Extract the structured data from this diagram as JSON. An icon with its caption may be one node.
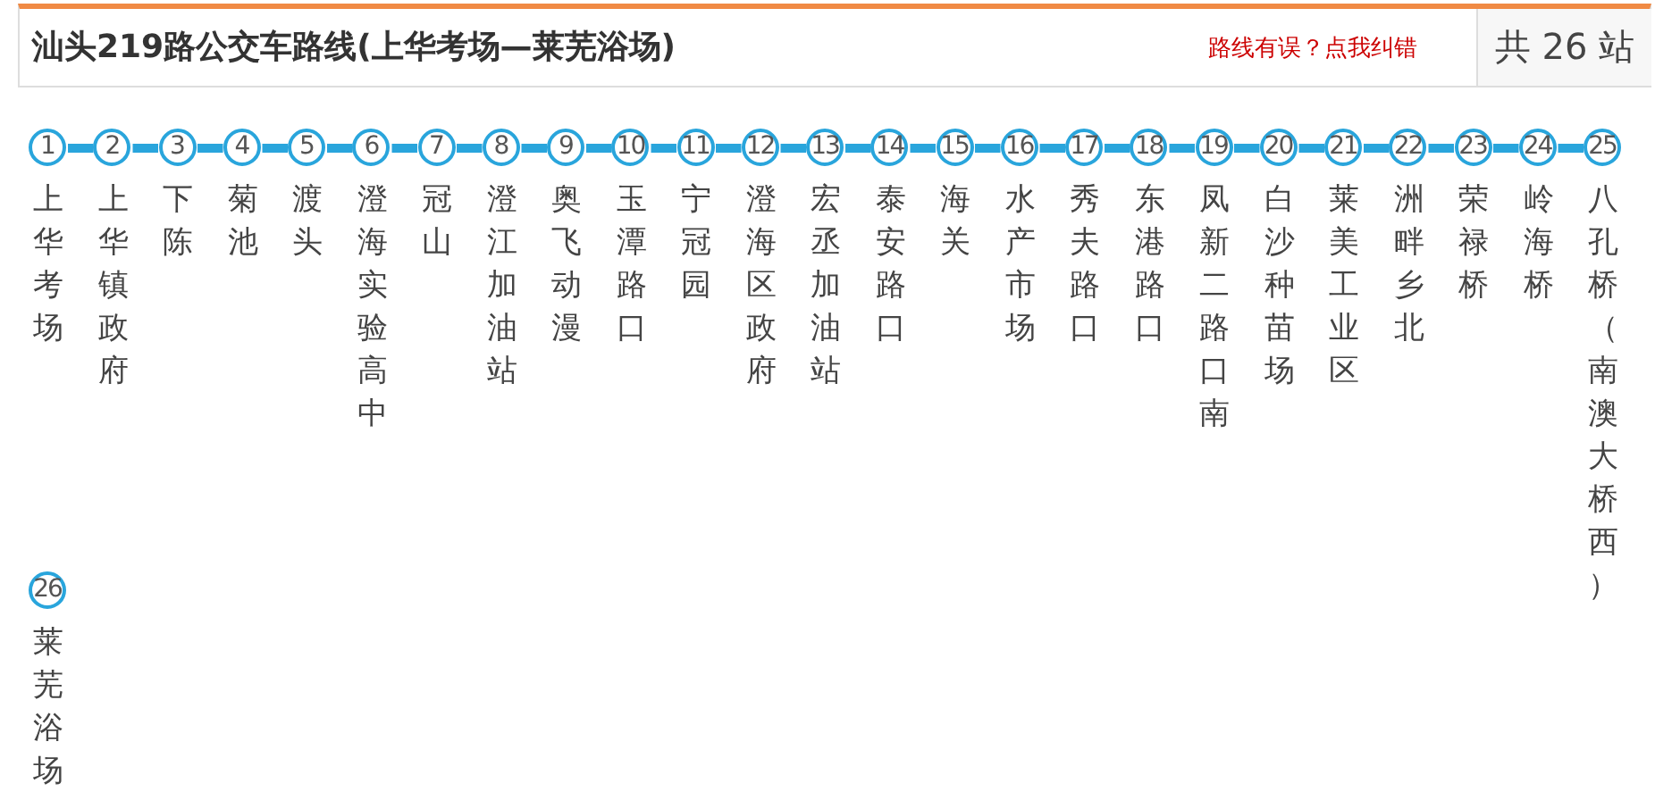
{
  "diagram": {
    "title": "汕头219路公交车路线(上华考场—莱芜浴场)",
    "nodes": [
      {
        "text": [
          "1"
        ],
        "beside": [
          "上华考场"
        ]
      },
      {
        "text": [
          "2"
        ],
        "beside": [
          "上华镇政府"
        ]
      },
      {
        "text": [
          "3"
        ],
        "beside": [
          "下陈"
        ]
      },
      {
        "text": [
          "4"
        ],
        "beside": [
          "菊池"
        ]
      },
      {
        "text": [
          "5"
        ],
        "beside": [
          "渡头"
        ]
      },
      {
        "text": [
          "6"
        ],
        "beside": [
          "澄海实验高中"
        ]
      },
      {
        "text": [
          "7"
        ],
        "beside": [
          "冠山"
        ]
      },
      {
        "text": [
          "8"
        ],
        "beside": [
          "澄江加油站"
        ]
      },
      {
        "text": [
          "9"
        ],
        "beside": [
          "奥飞动漫"
        ]
      },
      {
        "text": [
          "10"
        ],
        "beside": [
          "玉潭路口"
        ]
      },
      {
        "text": [
          "11"
        ],
        "beside": [
          "宁冠园"
        ]
      },
      {
        "text": [
          "12"
        ],
        "beside": [
          "澄海区政府"
        ]
      },
      {
        "text": [
          "13"
        ],
        "beside": [
          "宏丞加油站"
        ]
      },
      {
        "text": [
          "14"
        ],
        "beside": [
          "泰安路口"
        ]
      },
      {
        "text": [
          "15"
        ],
        "beside": [
          "海关"
        ]
      },
      {
        "text": [
          "16"
        ],
        "beside": [
          "水产市场"
        ]
      },
      {
        "text": [
          "17"
        ],
        "beside": [
          "秀夫路口"
        ]
      },
      {
        "text": [
          "18"
        ],
        "beside": [
          "东港路口"
        ]
      },
      {
        "text": [
          "19"
        ],
        "beside": [
          "凤新二路口南"
        ]
      },
      {
        "text": [
          "20"
        ],
        "beside": [
          "白沙种苗场"
        ]
      },
      {
        "text": [
          "21"
        ],
        "beside": [
          "莱美工业区"
        ]
      },
      {
        "text": [
          "22"
        ],
        "beside": [
          "洲畔乡北"
        ]
      },
      {
        "text": [
          "23"
        ],
        "beside": [
          "荣禄桥"
        ]
      },
      {
        "text": [
          "24"
        ],
        "beside": [
          "岭海桥"
        ]
      },
      {
        "text": [
          "25"
        ],
        "beside": [
          "八孔桥（南澳大桥西）"
        ]
      },
      {
        "text": [
          "26"
        ],
        "beside": [
          "莱芜浴场"
        ]
      }
    ],
    "edges": [
      {
        "from": 0,
        "to": 1,
        "arrow": "none"
      },
      {
        "from": 1,
        "to": 2,
        "arrow": "none"
      },
      {
        "from": 2,
        "to": 3,
        "arrow": "none"
      },
      {
        "from": 3,
        "to": 4,
        "arrow": "none"
      },
      {
        "from": 4,
        "to": 5,
        "arrow": "none"
      },
      {
        "from": 5,
        "to": 6,
        "arrow": "none"
      },
      {
        "from": 6,
        "to": 7,
        "arrow": "none"
      },
      {
        "from": 7,
        "to": 8,
        "arrow": "none"
      },
      {
        "from": 8,
        "to": 9,
        "arrow": "none"
      },
      {
        "from": 9,
        "to": 10,
        "arrow": "none"
      },
      {
        "from": 10,
        "to": 11,
        "arrow": "none"
      },
      {
        "from": 11,
        "to": 12,
        "arrow": "none"
      },
      {
        "from": 12,
        "to": 13,
        "arrow": "none"
      },
      {
        "from": 13,
        "to": 14,
        "arrow": "none"
      },
      {
        "from": 14,
        "to": 15,
        "arrow": "none"
      },
      {
        "from": 15,
        "to": 16,
        "arrow": "none"
      },
      {
        "from": 16,
        "to": 17,
        "arrow": "none"
      },
      {
        "from": 17,
        "to": 18,
        "arrow": "none"
      },
      {
        "from": 18,
        "to": 19,
        "arrow": "none"
      },
      {
        "from": 19,
        "to": 20,
        "arrow": "none"
      },
      {
        "from": 20,
        "to": 21,
        "arrow": "none"
      },
      {
        "from": 21,
        "to": 22,
        "arrow": "none"
      },
      {
        "from": 22,
        "to": 23,
        "arrow": "none"
      },
      {
        "from": 23,
        "to": 24,
        "arrow": "none"
      }
    ],
    "labels": [
      "路线有误？点我纠错",
      "共 26 站"
    ]
  }
}
